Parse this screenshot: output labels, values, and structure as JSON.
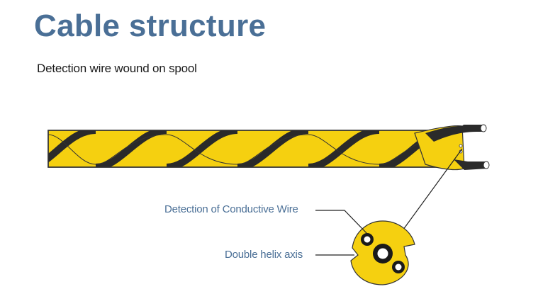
{
  "header": {
    "title": "Cable structure",
    "subtitle": "Detection wire wound on spool"
  },
  "callouts": {
    "conductive_wire": "Detection of Conductive Wire",
    "helix_axis": "Double helix axis"
  },
  "colors": {
    "title": "#4a6f96",
    "cable_yellow": "#f5d010",
    "cable_dark": "#2a2a2a",
    "outline": "#333333"
  }
}
